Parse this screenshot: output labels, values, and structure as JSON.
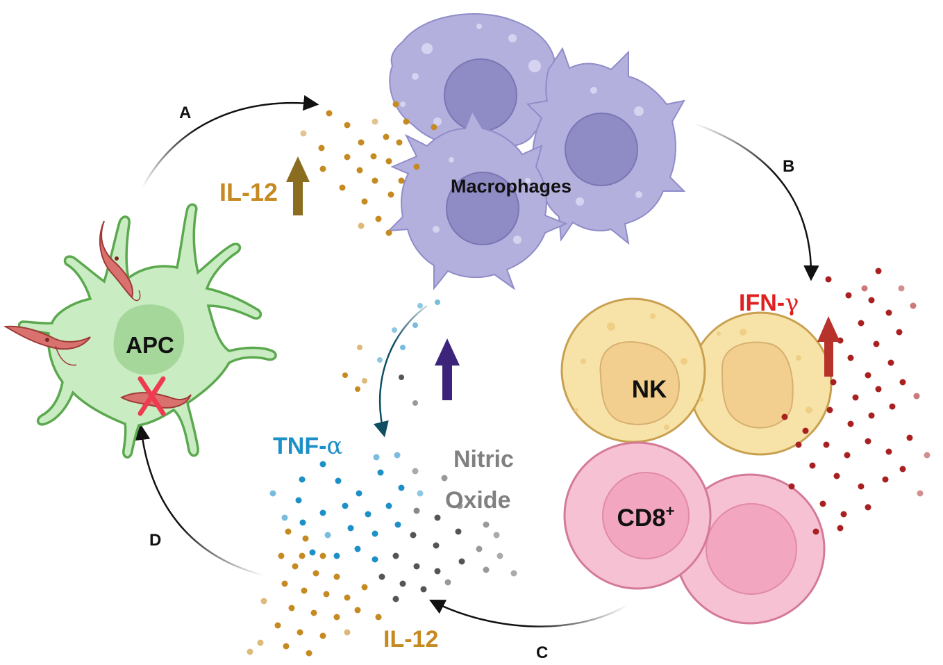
{
  "cells": {
    "apc": "APC",
    "macrophages": "Macrophages",
    "nk": "NK",
    "cd8": "CD8",
    "cd8_sup": "+"
  },
  "cytokines": {
    "il12_top": "IL-12",
    "ifn": "IFN-",
    "ifn_greek": "γ",
    "tnf": "TNF-",
    "tnf_greek": "α",
    "nitric_line1": "Nitric",
    "nitric_line2": "Oxide",
    "il12_bottom": "IL-12"
  },
  "steps": {
    "a": "A",
    "b": "B",
    "c": "C",
    "d": "D"
  },
  "colors": {
    "il12": "#c68a22",
    "il12_arrow": "#8a6d1e",
    "ifn": "#e02020",
    "ifn_arrow": "#b8322c",
    "tnf": "#1e90c8",
    "nitric": "#808080",
    "up_arrow_center": "#3b2479",
    "macrophage": "#b3b0de",
    "apc": "#c9ecc2",
    "nk": "#f7e3a8",
    "cd8": "#f7c1d4",
    "parasite": "#d9726e"
  },
  "icons": [
    "parasite-icon",
    "x-mark-icon",
    "up-arrow-icon"
  ]
}
